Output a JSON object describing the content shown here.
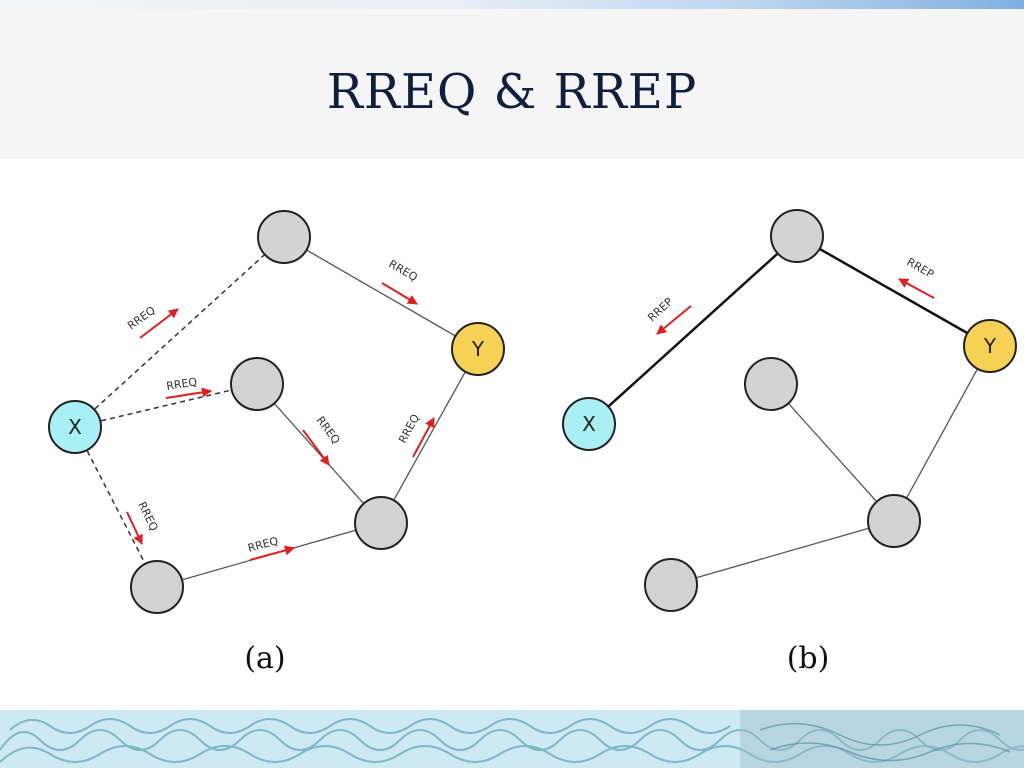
{
  "title": "RREQ & RREP",
  "diagram_a": {
    "caption": "(a)",
    "source_label": "X",
    "dest_label": "Y",
    "message_label": "RREQ"
  },
  "diagram_b": {
    "caption": "(b)",
    "source_label": "X",
    "dest_label": "Y",
    "message_label": "RREP"
  },
  "colors": {
    "source_node": "#a8f0f4",
    "dest_node": "#f7d154",
    "relay_node": "#d3d3d3",
    "arrow": "#e02020",
    "banner": "#cdeaf4"
  }
}
